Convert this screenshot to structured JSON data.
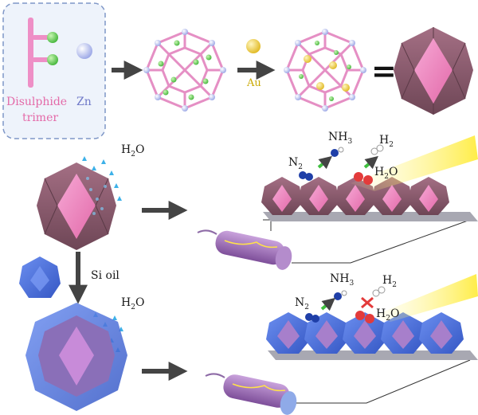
{
  "legend": {
    "ligand_label_line1": "Disulphide",
    "ligand_label_line2": "trimer",
    "metal_label": "Zn"
  },
  "labels": {
    "gold": "Au",
    "equals": "=",
    "water_top": "H",
    "water_top_sub": "2",
    "water_top_tail": "O",
    "water_bottom": "H",
    "water_bottom_sub": "2",
    "water_bottom_tail": "O",
    "coating_step": "Si oil"
  },
  "reaction_top": {
    "n2": "N",
    "n2_sub": "2",
    "nh3": "NH",
    "nh3_sub": "3",
    "h2": "H",
    "h2_sub": "2",
    "h2o": "H",
    "h2o_sub": "2",
    "h2o_tail": "O"
  },
  "reaction_bottom": {
    "n2": "N",
    "n2_sub": "2",
    "nh3": "NH",
    "nh3_sub": "3",
    "h2": "H",
    "h2_sub": "2",
    "h2o": "H",
    "h2o_sub": "2",
    "h2o_tail": "O"
  },
  "colors": {
    "framework": "#e58fc4",
    "zn": "#9aa6e6",
    "au": "#f1d24a",
    "crystal_face": "#ec7fbf",
    "crystal_dark": "#8c5c70",
    "silicone": "#4a6fd8",
    "arrow": "#444444"
  }
}
